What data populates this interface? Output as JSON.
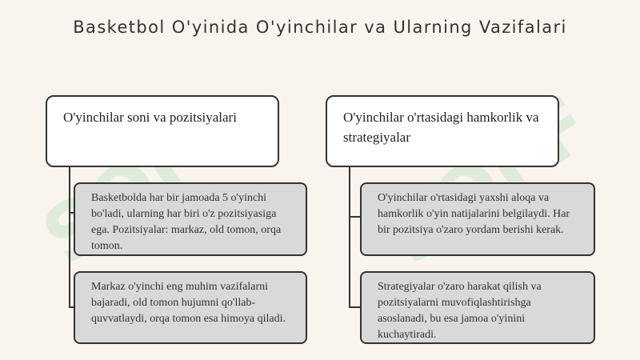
{
  "title": "Basketbol O'yinida O'yinchilar va Ularning Vazifalari",
  "watermark": "SOFF",
  "columns": [
    {
      "header": "O'yinchilar soni va pozitsiyalari",
      "items": [
        "Basketbolda har bir jamoada 5 o'yinchi bo'ladi, ularning har biri o'z pozitsiyasiga ega. Pozitsiyalar: markaz, old tomon, orqa tomon.",
        "Markaz o'yinchi eng muhim vazifalarni bajaradi, old tomon hujumni qo'llab-quvvatlaydi, orqa tomon esa himoya qiladi."
      ]
    },
    {
      "header": "O'yinchilar o'rtasidagi hamkorlik va strategiyalar",
      "items": [
        "O'yinchilar o'rtasidagi yaxshi aloqa va hamkorlik o'yin natijalarini belgilaydi. Har bir pozitsiya o'zaro yordam berishi kerak.",
        "Strategiyalar o'zaro harakat qilish va pozitsiyalarni muvofiqlashtirishga asoslanadi, bu esa jamoa o'yinini kuchaytiradi."
      ]
    }
  ]
}
